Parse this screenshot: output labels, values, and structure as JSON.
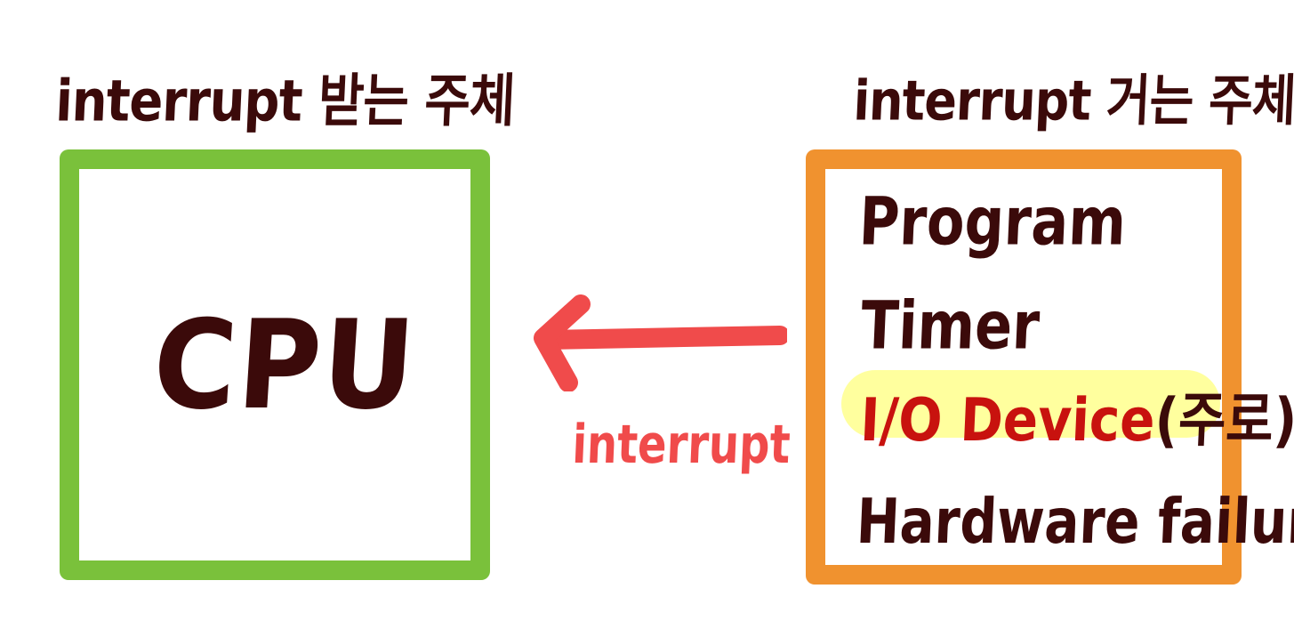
{
  "receiver": {
    "heading": "interrupt 받는 주체",
    "label": "CPU",
    "border_color": "#7ac13b"
  },
  "sender": {
    "heading": "interrupt 거는 주체",
    "border_color": "#f0922f",
    "sources": [
      "Program",
      "Timer",
      "I/O Device",
      "Hardware failure"
    ],
    "highlighted_source_note": "(주로)",
    "highlight_color": "#ffff99"
  },
  "edge": {
    "label": "interrupt",
    "color": "#f04b4b"
  },
  "colors": {
    "ink": "#3b0a0a",
    "io_text": "#c8120e"
  }
}
